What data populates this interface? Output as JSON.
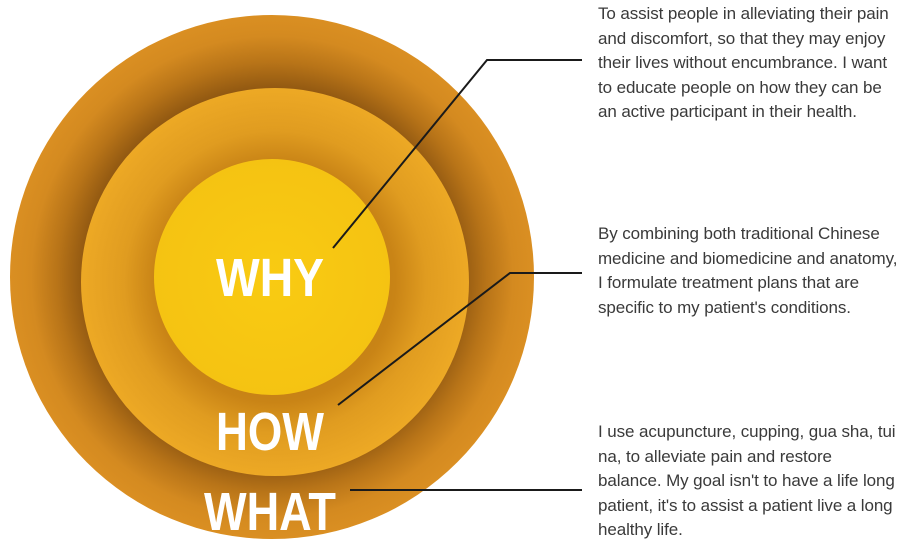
{
  "colors": {
    "outer": "#d98e22",
    "outer_dark": "#9c5e14",
    "middle": "#eca824",
    "middle_dark": "#b77612",
    "inner": "#f7c612",
    "inner_light": "#f9cb12",
    "text_on_circle": "#ffffff",
    "connector": "#1a1a1a",
    "description_text": "#3a3a3a"
  },
  "circles": {
    "why": {
      "label": "WHY"
    },
    "how": {
      "label": "HOW"
    },
    "what": {
      "label": "WHAT"
    }
  },
  "descriptions": {
    "why": "To assist people in alleviating their pain and discomfort, so that they may enjoy their lives without encumbrance. I want to educate people on how they can be an active participant in their health.",
    "how": "By combining both traditional Chinese medicine and biomedicine and anatomy, I formulate treatment plans that are specific to my patient's conditions.",
    "what": "I use acupuncture, cupping, gua sha, tui na, to alleviate pain and restore balance. My goal isn't to have a life long patient, it's to assist a patient live a long healthy life."
  }
}
